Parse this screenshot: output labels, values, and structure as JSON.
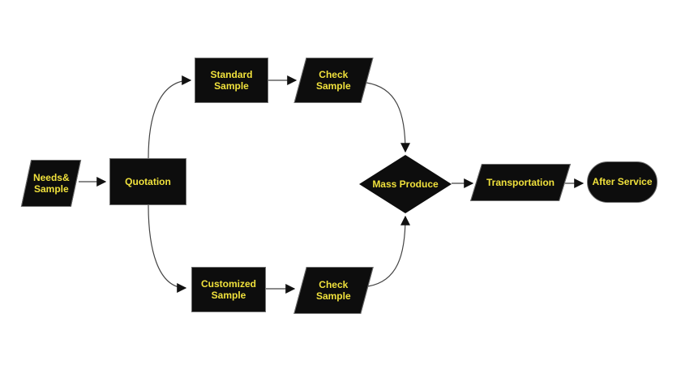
{
  "colors": {
    "node_fill": "#0d0d0d",
    "label_text": "#f0e13c",
    "connector": "#444444",
    "arrowhead": "#111111",
    "background": "#ffffff"
  },
  "nodes": {
    "needs_sample": {
      "label": "Needs&\nSample",
      "shape": "parallelogram"
    },
    "quotation": {
      "label": "Quotation",
      "shape": "rectangle"
    },
    "standard_sample": {
      "label": "Standard\nSample",
      "shape": "rectangle"
    },
    "check_sample_top": {
      "label": "Check\nSample",
      "shape": "parallelogram"
    },
    "customized_sample": {
      "label": "Customized\nSample",
      "shape": "rectangle"
    },
    "check_sample_bottom": {
      "label": "Check\nSample",
      "shape": "parallelogram"
    },
    "mass_produce": {
      "label": "Mass Produce",
      "shape": "diamond"
    },
    "transportation": {
      "label": "Transportation",
      "shape": "parallelogram"
    },
    "after_service": {
      "label": "After Service",
      "shape": "stadium"
    }
  },
  "connections": [
    {
      "from": "needs_sample",
      "to": "quotation"
    },
    {
      "from": "quotation",
      "to": "standard_sample"
    },
    {
      "from": "standard_sample",
      "to": "check_sample_top"
    },
    {
      "from": "check_sample_top",
      "to": "mass_produce"
    },
    {
      "from": "quotation",
      "to": "customized_sample"
    },
    {
      "from": "customized_sample",
      "to": "check_sample_bottom"
    },
    {
      "from": "check_sample_bottom",
      "to": "mass_produce"
    },
    {
      "from": "mass_produce",
      "to": "transportation"
    },
    {
      "from": "transportation",
      "to": "after_service"
    }
  ]
}
